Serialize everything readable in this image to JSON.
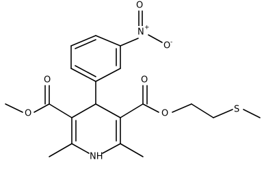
{
  "structure": {
    "atoms": {
      "nitro_n": "N",
      "nitro_n_charge": "+",
      "nitro_o_top": "O",
      "nitro_o_right": "O",
      "nitro_o_right_charge": "-",
      "left_ester_o_carbonyl": "O",
      "left_ester_o_ether": "O",
      "right_ester_o_carbonyl": "O",
      "right_ester_o_ether": "O",
      "sulfur": "S",
      "ring_nh": "NH"
    }
  }
}
